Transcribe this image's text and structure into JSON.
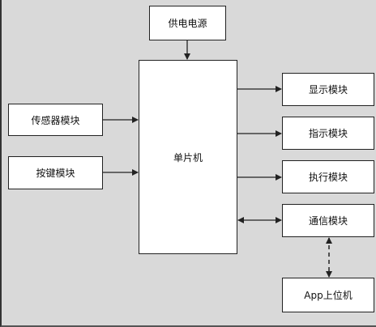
{
  "blocks": {
    "power": "供电电源",
    "mcu": "单片机",
    "sensor": "传感器模块",
    "keys": "按键模块",
    "display": "显示模块",
    "indicator": "指示模块",
    "actuator": "执行模块",
    "comm": "通信模块",
    "app": "App上位机"
  },
  "colors": {
    "background": "#d9d9d9",
    "box_fill": "#ffffff",
    "line": "#222222"
  }
}
